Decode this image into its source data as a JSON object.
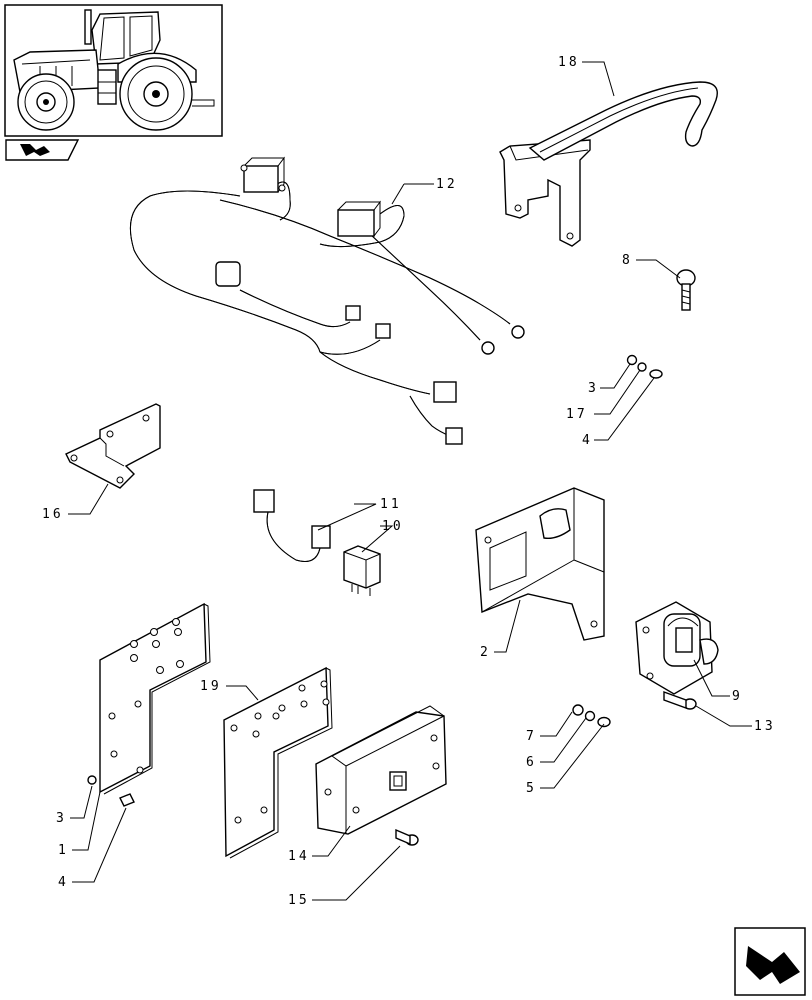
{
  "diagram": {
    "callouts": [
      {
        "id": "c18",
        "text": "18"
      },
      {
        "id": "c12",
        "text": "12"
      },
      {
        "id": "c8",
        "text": "8"
      },
      {
        "id": "c3a",
        "text": "3"
      },
      {
        "id": "c17",
        "text": "17"
      },
      {
        "id": "c4a",
        "text": "4"
      },
      {
        "id": "c16",
        "text": "16"
      },
      {
        "id": "c11",
        "text": "11"
      },
      {
        "id": "c10",
        "text": "10"
      },
      {
        "id": "c2",
        "text": "2"
      },
      {
        "id": "c9",
        "text": "9"
      },
      {
        "id": "c13",
        "text": "13"
      },
      {
        "id": "c19",
        "text": "19"
      },
      {
        "id": "c7",
        "text": "7"
      },
      {
        "id": "c6",
        "text": "6"
      },
      {
        "id": "c5",
        "text": "5"
      },
      {
        "id": "c3b",
        "text": "3"
      },
      {
        "id": "c1",
        "text": "1"
      },
      {
        "id": "c4b",
        "text": "4"
      },
      {
        "id": "c14",
        "text": "14"
      },
      {
        "id": "c15",
        "text": "15"
      }
    ]
  },
  "icons": {
    "thumbnail": "tractor-thumbnail-icon",
    "book": "catalog-book-icon",
    "next": "next-page-arrow-icon"
  }
}
